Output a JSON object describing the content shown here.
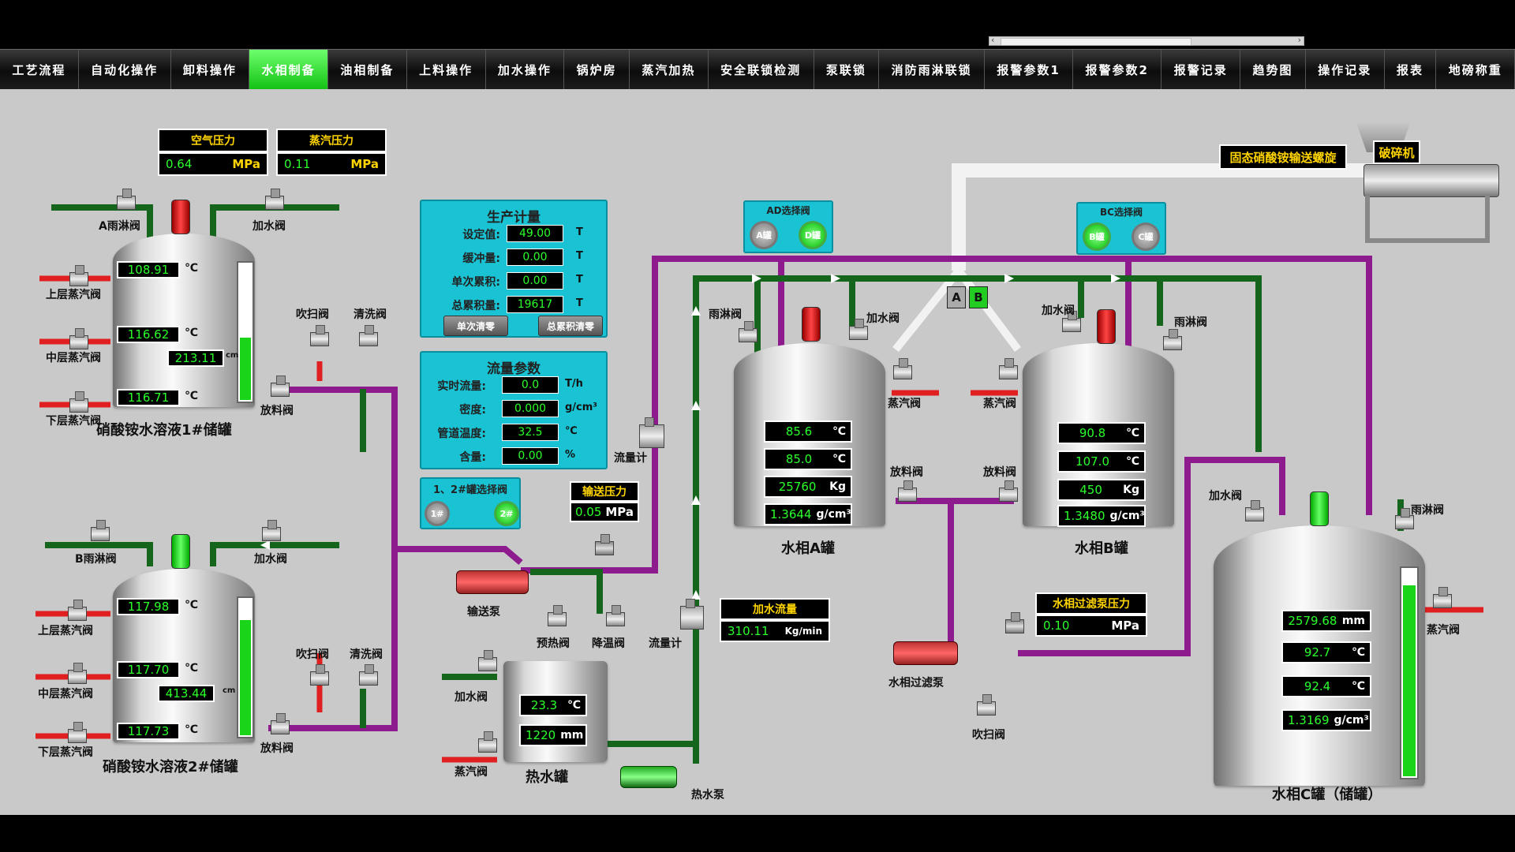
{
  "nav": {
    "tabs": [
      "工艺流程",
      "自动化操作",
      "卸料操作",
      "水相制备",
      "油相制备",
      "上料操作",
      "加水操作",
      "锅炉房",
      "蒸汽加热",
      "安全联锁检测",
      "泵联锁",
      "消防雨淋联锁",
      "报警参数1",
      "报警参数2",
      "报警记录",
      "趋势图",
      "操作记录",
      "报表",
      "地磅称重"
    ],
    "active": "水相制备"
  },
  "pressures": {
    "air": {
      "title": "空气压力",
      "value": "0.64",
      "unit": "MPa"
    },
    "steam": {
      "title": "蒸汽压力",
      "value": "0.11",
      "unit": "MPa"
    }
  },
  "production": {
    "title": "生产计量",
    "rows": [
      {
        "label": "设定值:",
        "value": "49.00",
        "unit": "T"
      },
      {
        "label": "缓冲量:",
        "value": "0.00",
        "unit": "T"
      },
      {
        "label": "单次累积:",
        "value": "0.00",
        "unit": "T"
      },
      {
        "label": "总累积量:",
        "value": "19617",
        "unit": "T"
      }
    ],
    "btn_single": "单次清零",
    "btn_total": "总累积清零"
  },
  "flow": {
    "title": "流量参数",
    "rows": [
      {
        "label": "实时流量:",
        "value": "0.0",
        "unit": "T/h"
      },
      {
        "label": "密度:",
        "value": "0.000",
        "unit": "g/cm³"
      },
      {
        "label": "管道温度:",
        "value": "32.5",
        "unit": "℃"
      },
      {
        "label": "含量:",
        "value": "0.00",
        "unit": "%"
      }
    ]
  },
  "selector12": {
    "title": "1、2#罐选择阀",
    "btn1": "1#",
    "btn2": "2#"
  },
  "transfer_pressure": {
    "title": "输送压力",
    "value": "0.05",
    "unit": "MPa"
  },
  "water_flow": {
    "title": "加水流量",
    "value": "310.11",
    "unit": "Kg/min"
  },
  "filter_pump_pressure": {
    "title": "水相过滤泵压力",
    "value": "0.10",
    "unit": "MPa"
  },
  "ad_valve": {
    "title": "AD选择阀",
    "btn_a": "A罐",
    "btn_d": "D罐"
  },
  "bc_valve": {
    "title": "BC选择阀",
    "btn_b": "B罐",
    "btn_c": "C罐"
  },
  "ab_switch": {
    "a": "A",
    "b": "B"
  },
  "screw_label": "固态硝酸铵输送螺旋",
  "crusher_label": "破碎机",
  "tank1": {
    "name": "硝酸铵水溶液1#储罐",
    "temps": [
      "108.91",
      "116.62",
      "116.71"
    ],
    "temp_unit": "℃",
    "level": "213.11",
    "level_unit": "cm",
    "level_fill": 0.45
  },
  "tank2": {
    "name": "硝酸铵水溶液2#储罐",
    "temps": [
      "117.98",
      "117.70",
      "117.73"
    ],
    "temp_unit": "℃",
    "level": "413.44",
    "level_unit": "cm",
    "level_fill": 0.83
  },
  "hot_tank": {
    "name": "热水罐",
    "temp": "23.3",
    "temp_unit": "℃",
    "level": "1220",
    "level_unit": "mm"
  },
  "tankA": {
    "name": "水相A罐",
    "rows": [
      [
        "85.6",
        "℃"
      ],
      [
        "85.0",
        "℃"
      ],
      [
        "25760",
        "Kg"
      ],
      [
        "1.3644",
        "g/cm³"
      ]
    ]
  },
  "tankB": {
    "name": "水相B罐",
    "rows": [
      [
        "90.8",
        "℃"
      ],
      [
        "107.0",
        "℃"
      ],
      [
        "450",
        "Kg"
      ],
      [
        "1.3480",
        "g/cm³"
      ]
    ]
  },
  "tankC": {
    "name": "水相C罐（储罐）",
    "rows": [
      [
        "2579.68",
        "mm"
      ],
      [
        "92.7",
        "℃"
      ],
      [
        "92.4",
        "℃"
      ],
      [
        "1.3169",
        "g/cm³"
      ]
    ],
    "level_fill": 0.91
  },
  "labels": {
    "a_rain": "A雨淋阀",
    "add_water": "加水阀",
    "upper_steam": "上层蒸汽阀",
    "mid_steam": "中层蒸汽阀",
    "lower_steam": "下层蒸汽阀",
    "blow": "吹扫阀",
    "clean": "清洗阀",
    "discharge": "放料阀",
    "b_rain": "B雨淋阀",
    "transfer_pump": "输送泵",
    "preheat": "预热阀",
    "cool": "降温阀",
    "flowmeter": "流量计",
    "rain": "雨淋阀",
    "steam": "蒸汽阀",
    "hot_pump": "热水泵",
    "filter_pump": "水相过滤泵"
  },
  "colors": {
    "purple": "#8e1b8e",
    "green": "#15661c",
    "white": "#f2f2f2",
    "red": "#e02020",
    "active_tab": "#22cc22",
    "panel": "#19c3d3"
  }
}
